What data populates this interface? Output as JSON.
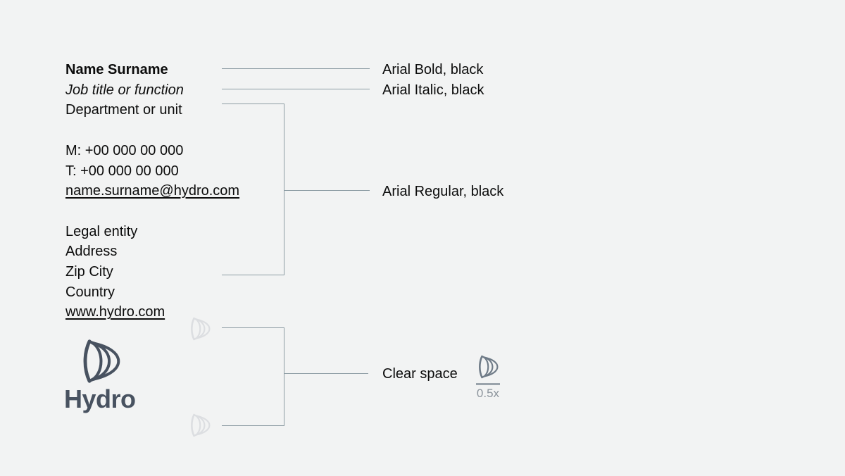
{
  "signature": {
    "lines": [
      {
        "text": "Name Surname",
        "style": "bold"
      },
      {
        "text": "Job title or function",
        "style": "italic"
      },
      {
        "text": "Department or unit",
        "style": "regular"
      },
      {
        "text": "",
        "style": "blank"
      },
      {
        "text": "M: +00 000 00 000",
        "style": "regular"
      },
      {
        "text": "T: +00 000 00 000",
        "style": "regular"
      },
      {
        "text": "name.surname@hydro.com",
        "style": "underline"
      },
      {
        "text": "",
        "style": "blank"
      },
      {
        "text": "Legal entity",
        "style": "regular"
      },
      {
        "text": "Address",
        "style": "regular"
      },
      {
        "text": "Zip City",
        "style": "regular"
      },
      {
        "text": "Country",
        "style": "regular"
      },
      {
        "text": "www.hydro.com",
        "style": "underline"
      }
    ]
  },
  "annotations": {
    "bold_label": "Arial Bold, black",
    "italic_label": "Arial Italic, black",
    "regular_label": "Arial Regular, black",
    "clear_space_label": "Clear space",
    "clear_space_ratio": "0.5x"
  },
  "logo": {
    "wordmark": "Hydro",
    "mark_icon": "hydro-mark-icon"
  },
  "colors": {
    "background": "#f2f3f3",
    "text": "#0c0c0c",
    "line": "#8d9ca4",
    "logo": "#485260",
    "ghost_logo": "#dcdee1",
    "legend_mark": "#6f7b87",
    "legend_bar": "#9aa3ab",
    "muted": "#8c949c"
  }
}
